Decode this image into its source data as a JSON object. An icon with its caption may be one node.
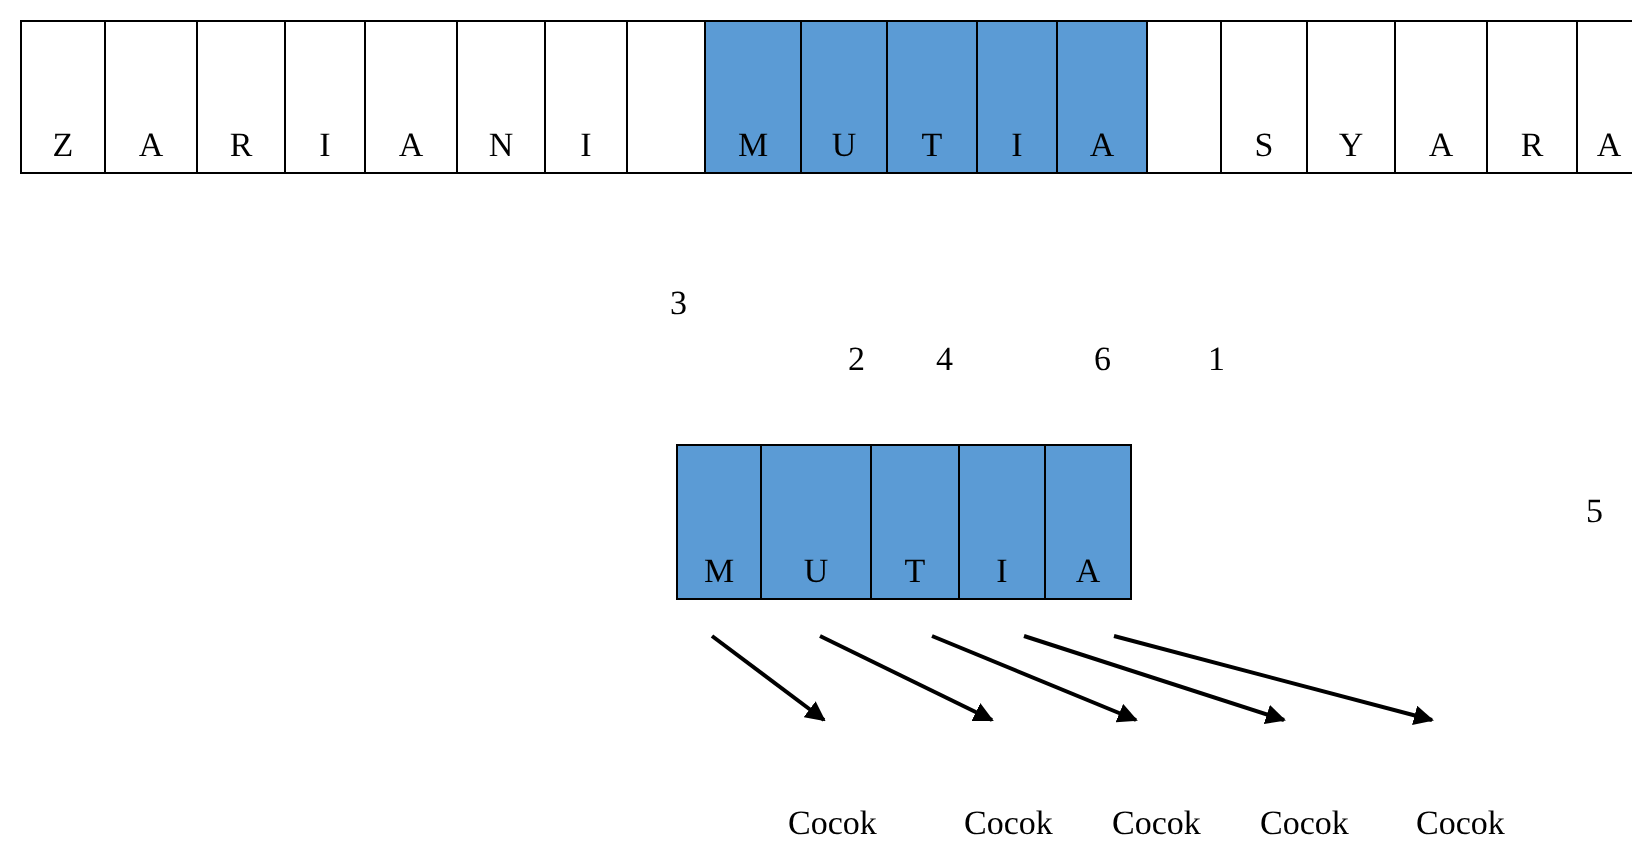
{
  "diagram": {
    "nodes": [
      {
        "text": [
          "Z"
        ]
      },
      {
        "text": [
          "A"
        ]
      },
      {
        "text": [
          "R"
        ]
      },
      {
        "text": [
          "I"
        ]
      },
      {
        "text": [
          "A"
        ]
      },
      {
        "text": [
          "N"
        ]
      },
      {
        "text": [
          "I"
        ]
      },
      {
        "text": [],
        "shape": "box"
      },
      {
        "text": [
          "M"
        ]
      },
      {
        "text": [
          "U"
        ]
      },
      {
        "text": [
          "T"
        ]
      },
      {
        "text": [
          "I"
        ]
      },
      {
        "text": [
          "A"
        ]
      },
      {
        "text": [],
        "shape": "box"
      },
      {
        "text": [
          "S"
        ]
      },
      {
        "text": [
          "Y"
        ]
      },
      {
        "text": [
          "A"
        ]
      },
      {
        "text": [
          "R"
        ]
      },
      {
        "text": [
          "A"
        ]
      },
      {
        "text": [
          "M"
        ]
      },
      {
        "text": [
          "U"
        ]
      },
      {
        "text": [
          "T"
        ]
      },
      {
        "text": [
          "I"
        ]
      },
      {
        "text": [
          "A"
        ]
      },
      {
        "text": [
          "Cocok"
        ]
      },
      {
        "text": [
          "Cocok"
        ]
      },
      {
        "text": [
          "Cocok"
        ]
      },
      {
        "text": [
          "Cocok"
        ]
      },
      {
        "text": [
          "Cocok"
        ]
      }
    ],
    "edges": [
      {
        "from": 19,
        "to": 24,
        "arrow": "to"
      },
      {
        "from": 20,
        "to": 25,
        "arrow": "to"
      },
      {
        "from": 21,
        "to": 26,
        "arrow": "to"
      },
      {
        "from": 22,
        "to": 27,
        "arrow": "to"
      },
      {
        "from": 23,
        "to": 28,
        "arrow": "to"
      }
    ],
    "labels": [
      "3",
      "2",
      "4",
      "6",
      "1",
      "5"
    ]
  }
}
